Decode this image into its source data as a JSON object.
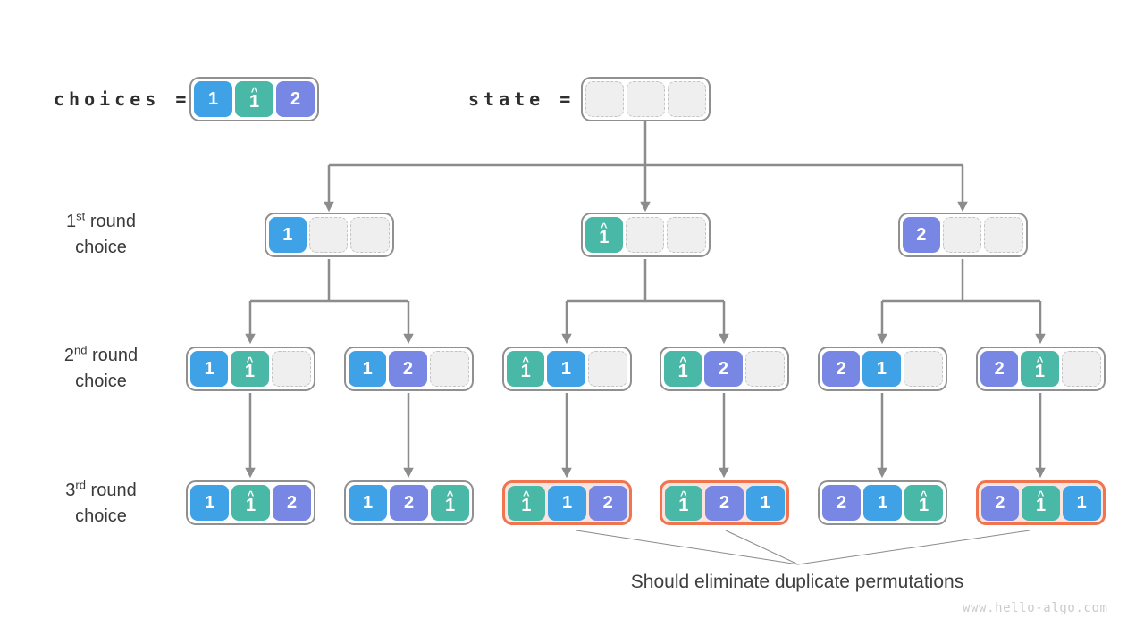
{
  "palette": {
    "line_gray": "#8C8C8C",
    "thin_line_gray": "#8A8A8A",
    "box_border": "#909090",
    "highlight_orange": "#F0744E",
    "highlight_fill": "#FBE4E0",
    "empty_fill": "#EFEFEF",
    "empty_border": "#C4C4C4"
  },
  "hat_glyph": "^",
  "cell_defs": {
    "1": {
      "text": "1",
      "color": "#3FA2E6",
      "hat": false
    },
    "1h": {
      "text": "1",
      "color": "#4AB8A6",
      "hat": true
    },
    "2": {
      "text": "2",
      "color": "#7886E4",
      "hat": false
    }
  },
  "header": {
    "choices_label": "choices =",
    "state_label": "state =",
    "choices_box": {
      "cells": [
        "1",
        "1h",
        "2"
      ]
    },
    "state_box": {
      "cells": [
        null,
        null,
        null
      ]
    }
  },
  "row_labels": [
    {
      "ordinal": "1",
      "suffix": "st",
      "rest": " round",
      "line2": "choice"
    },
    {
      "ordinal": "2",
      "suffix": "nd",
      "rest": " round",
      "line2": "choice"
    },
    {
      "ordinal": "3",
      "suffix": "rd",
      "rest": " round",
      "line2": "choice"
    }
  ],
  "tree": {
    "level1": [
      {
        "cells": [
          "1",
          null,
          null
        ]
      },
      {
        "cells": [
          "1h",
          null,
          null
        ]
      },
      {
        "cells": [
          "2",
          null,
          null
        ]
      }
    ],
    "level2": [
      {
        "cells": [
          "1",
          "1h",
          null
        ]
      },
      {
        "cells": [
          "1",
          "2",
          null
        ]
      },
      {
        "cells": [
          "1h",
          "1",
          null
        ]
      },
      {
        "cells": [
          "1h",
          "2",
          null
        ]
      },
      {
        "cells": [
          "2",
          "1",
          null
        ]
      },
      {
        "cells": [
          "2",
          "1h",
          null
        ]
      }
    ],
    "level3": [
      {
        "cells": [
          "1",
          "1h",
          "2"
        ],
        "highlight": false
      },
      {
        "cells": [
          "1",
          "2",
          "1h"
        ],
        "highlight": false
      },
      {
        "cells": [
          "1h",
          "1",
          "2"
        ],
        "highlight": true
      },
      {
        "cells": [
          "1h",
          "2",
          "1"
        ],
        "highlight": true
      },
      {
        "cells": [
          "2",
          "1",
          "1h"
        ],
        "highlight": false
      },
      {
        "cells": [
          "2",
          "1h",
          "1"
        ],
        "highlight": true
      }
    ]
  },
  "annotation": "Should eliminate duplicate permutations",
  "watermark": "www.hello-algo.com"
}
